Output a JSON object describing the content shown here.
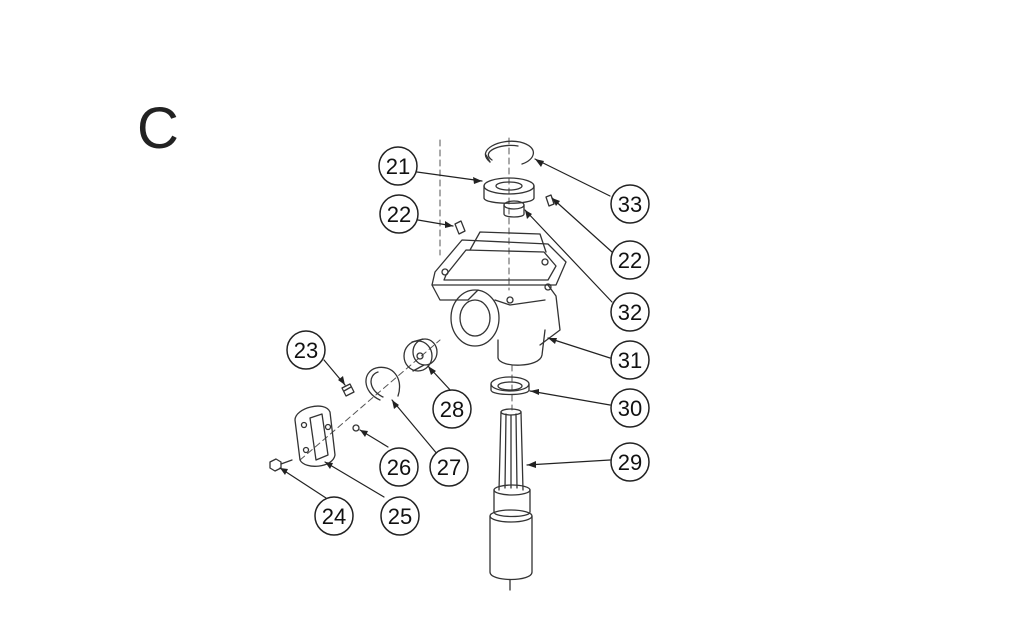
{
  "diagram": {
    "section_letter": "C",
    "callouts": [
      {
        "id": "c21",
        "label": "21"
      },
      {
        "id": "c22a",
        "label": "22"
      },
      {
        "id": "c22b",
        "label": "22"
      },
      {
        "id": "c23",
        "label": "23"
      },
      {
        "id": "c24",
        "label": "24"
      },
      {
        "id": "c25",
        "label": "25"
      },
      {
        "id": "c26",
        "label": "26"
      },
      {
        "id": "c27",
        "label": "27"
      },
      {
        "id": "c28",
        "label": "28"
      },
      {
        "id": "c29",
        "label": "29"
      },
      {
        "id": "c30",
        "label": "30"
      },
      {
        "id": "c31",
        "label": "31"
      },
      {
        "id": "c32",
        "label": "32"
      },
      {
        "id": "c33",
        "label": "33"
      }
    ]
  }
}
